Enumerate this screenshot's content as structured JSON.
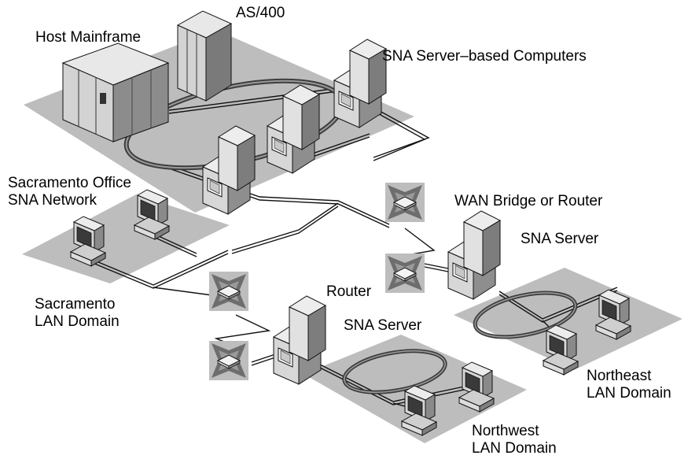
{
  "labels": {
    "as400": "AS/400",
    "host_mainframe": "Host Mainframe",
    "sna_server_based": "SNA Server–based Computers",
    "sacramento_office_1": "Sacramento Office",
    "sacramento_office_2": "SNA Network",
    "wan_bridge": "WAN Bridge or Router",
    "sna_server_right": "SNA Server",
    "router": "Router",
    "sacramento_lan_1": "Sacramento",
    "sacramento_lan_2": "LAN Domain",
    "sna_server_bottom": "SNA Server",
    "northeast_1": "Northeast",
    "northeast_2": "LAN Domain",
    "northwest_1": "Northwest",
    "northwest_2": "LAN Domain"
  },
  "icons": [
    "mainframe-icon",
    "as400-icon",
    "server-icon",
    "router-icon",
    "workstation-icon",
    "token-ring-icon"
  ],
  "colors": {
    "platform": "#bdbdbd",
    "device_light": "#e4e4e4",
    "device_mid": "#a8a8a8",
    "device_dark": "#555555",
    "line": "#222222"
  }
}
